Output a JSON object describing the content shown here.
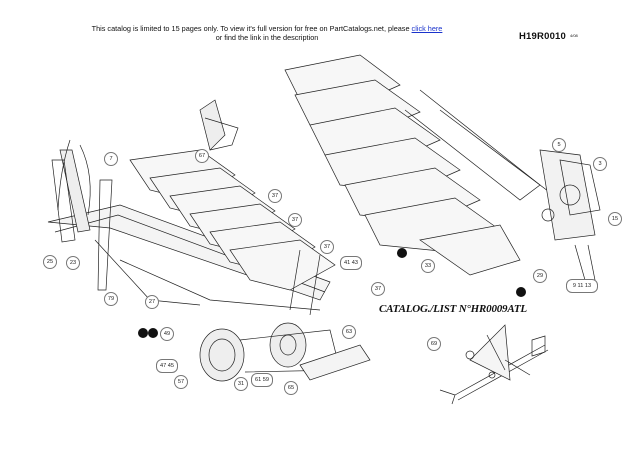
{
  "banner": {
    "text_before_link": "This catalog is limited to 15 pages only. To view it's full version for free on PartCatalogs.net, please ",
    "link_text": "click here",
    "text_after_link": "or find the link in the description"
  },
  "header": {
    "code": "H19R0010",
    "code_suffix": "4/08"
  },
  "catalog_label": "CATALOG./LIST N°HR0009ATL",
  "callouts": {
    "c1": "7",
    "c2": "67",
    "c3": "37",
    "c4": "37",
    "c5": "37",
    "c6": "41 43",
    "c7": "37",
    "c8": "25",
    "c9": "23",
    "c10": "79",
    "c11": "27",
    "c12": "49",
    "c13": "47 45",
    "c14": "57",
    "c15": "31",
    "c16": "61 59",
    "c17": "65",
    "c18": "63",
    "c19": "5",
    "c20": "3",
    "c21": "15",
    "c22": "29",
    "c23": "9 11 13",
    "c24": "33",
    "c25": "69"
  }
}
